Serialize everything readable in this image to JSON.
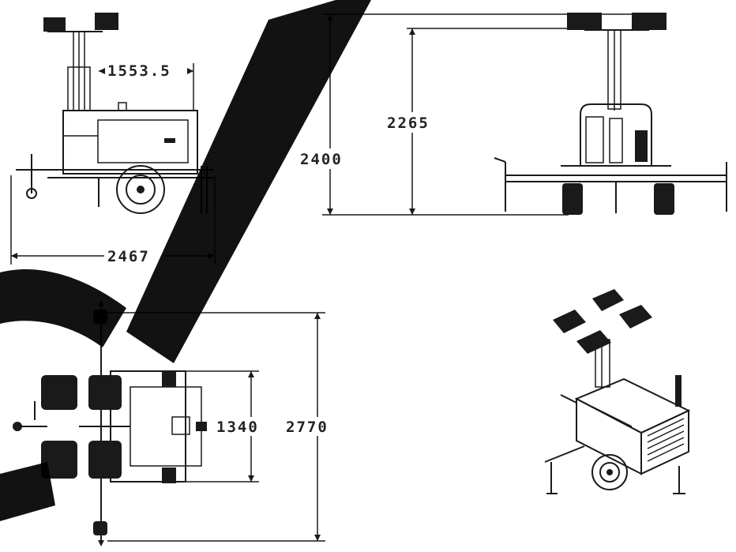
{
  "dimensions": {
    "top_width": "1553.5",
    "side_length": "2467",
    "max_height": "2400",
    "frame_height": "2265",
    "track_width": "1340",
    "overall_length": "2770"
  },
  "watermark": {
    "color": "#000000"
  }
}
